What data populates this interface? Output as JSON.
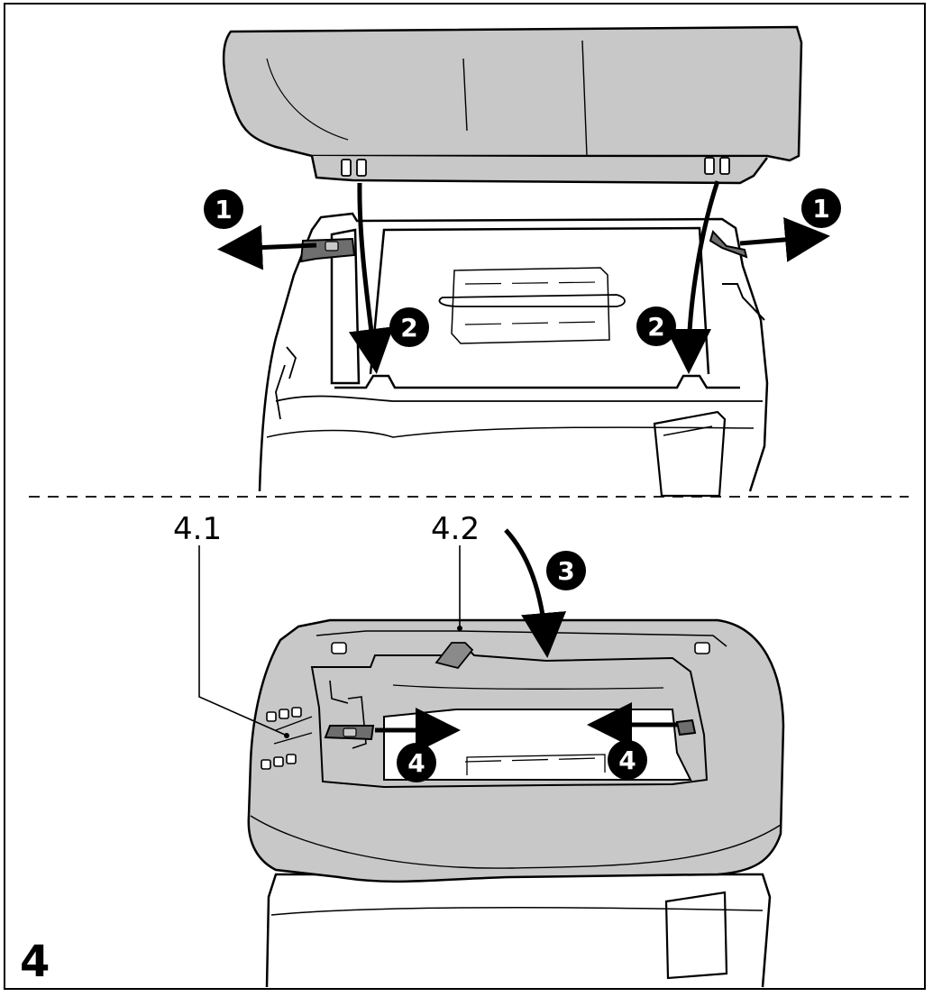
{
  "figure_number": "4",
  "callouts": {
    "part_1": "4.1",
    "part_2": "4.2"
  },
  "steps": {
    "step_1": "1",
    "step_2": "2",
    "step_3": "3",
    "step_4": "4"
  },
  "colors": {
    "lid_fill": "#c8c8c8",
    "tab_fill": "#6e6e6e",
    "line": "#000000"
  }
}
